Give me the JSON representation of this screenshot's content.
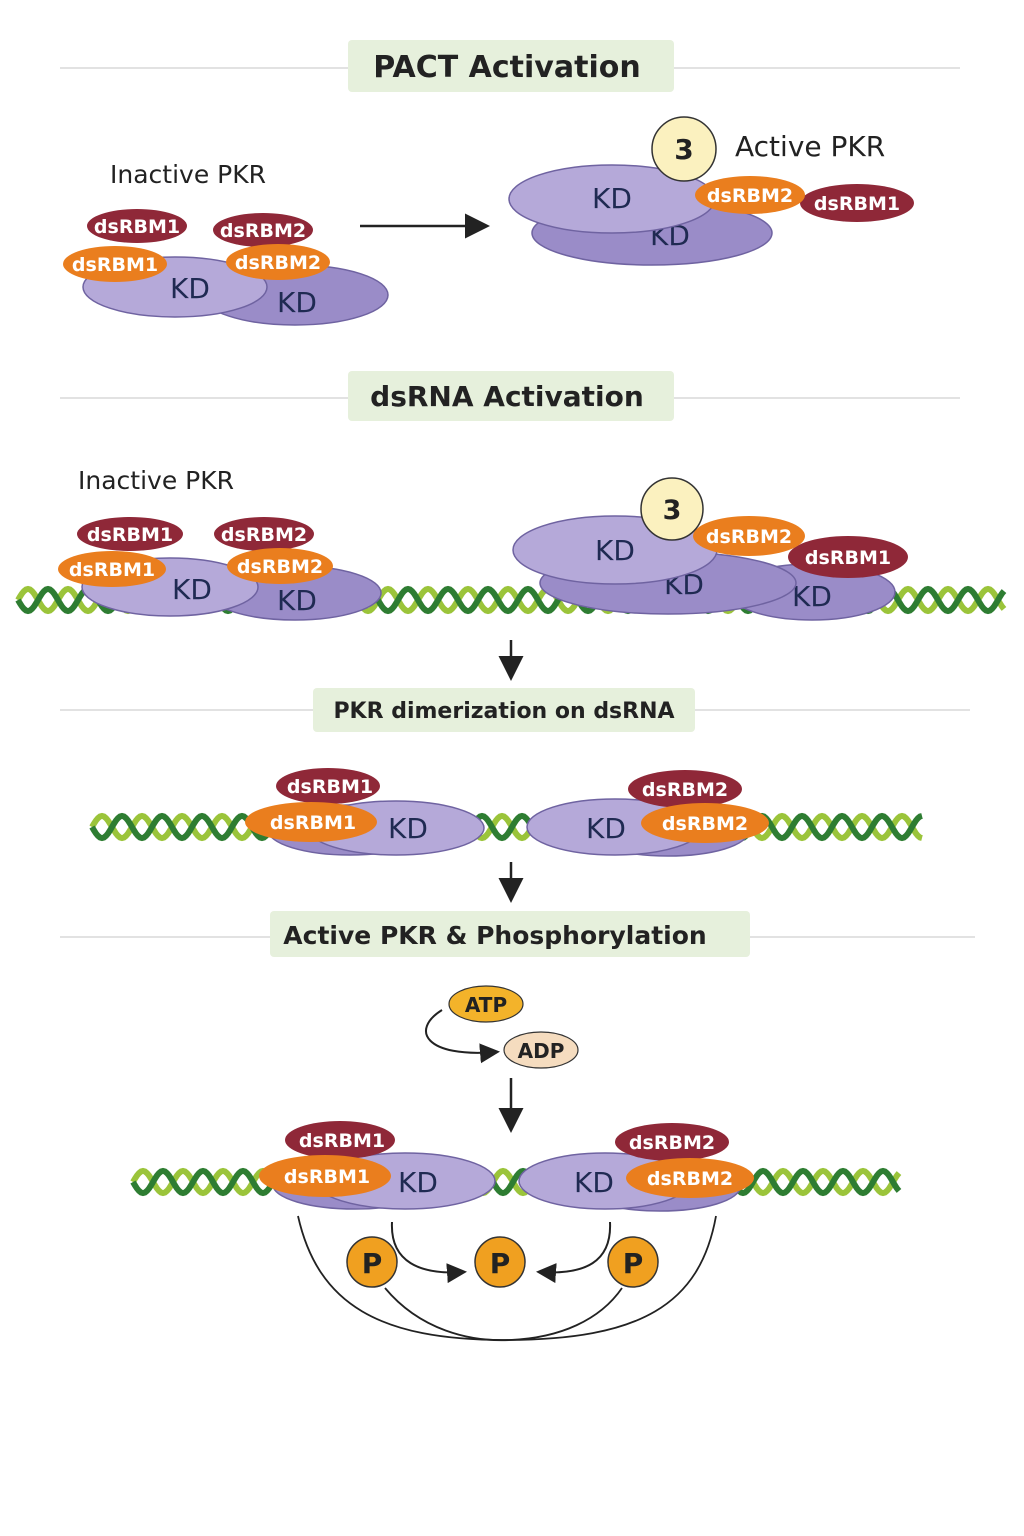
{
  "sections": {
    "pact": {
      "title": "PACT Activation",
      "inactive_label": "Inactive PKR",
      "active_label": "Active PKR",
      "pact_badge": "3"
    },
    "dsrna": {
      "title": "dsRNA Activation",
      "inactive_label": "Inactive PKR",
      "pact_badge": "3"
    },
    "dimerization": {
      "title": "PKR dimerization on dsRNA"
    },
    "phosphorylation": {
      "title": "Active PKR & Phosphorylation",
      "atp": "ATP",
      "adp": "ADP",
      "phospho": "P"
    }
  },
  "labels": {
    "kd": "KD",
    "rbm1": "dsRBM1",
    "rbm2": "dsRBM2"
  },
  "colors": {
    "kd_fill": "#b5a9d9",
    "kd_dark": "#9a8cc8",
    "rbm1": "#8f2838",
    "rbm2": "#ea7e1e",
    "header_bg": "#e6f0dc",
    "badge_fill": "#fbf1bf",
    "phospho": "#f0a020",
    "atp": "#f3b32a",
    "adp": "#f5dcbf",
    "rna_dark": "#2e7d32",
    "rna_light": "#9bc43a"
  }
}
